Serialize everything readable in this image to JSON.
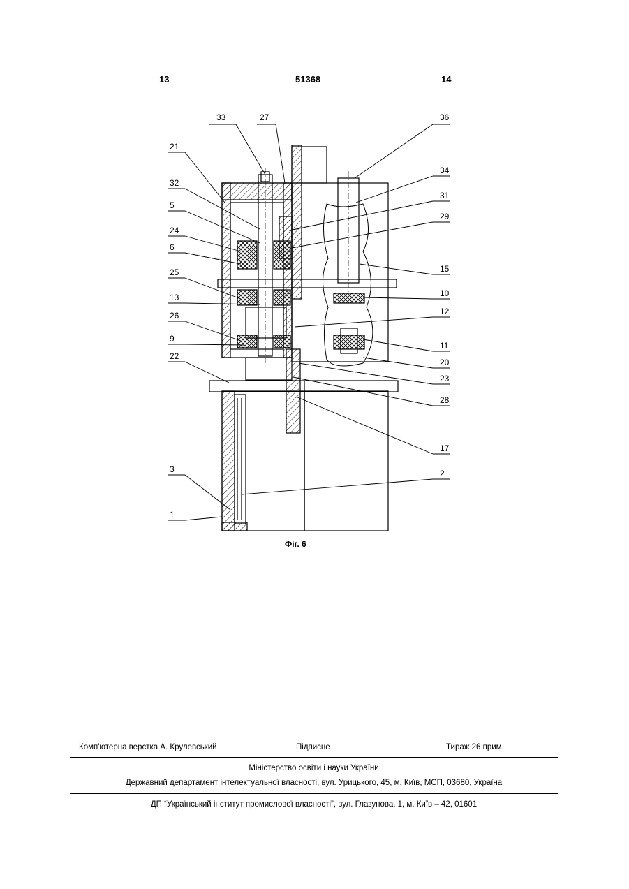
{
  "header": {
    "left_page": "13",
    "patent_number": "51368",
    "right_page": "14"
  },
  "figure": {
    "caption": "Фіг. 6",
    "labels_left": [
      "33",
      "27",
      "21",
      "32",
      "5",
      "24",
      "6",
      "25",
      "13",
      "26",
      "9",
      "22",
      "3",
      "1"
    ],
    "labels_right": [
      "36",
      "34",
      "31",
      "29",
      "15",
      "10",
      "12",
      "11",
      "20",
      "23",
      "28",
      "17",
      "2"
    ]
  },
  "footer": {
    "typesetting": "Комп'ютерна верстка А. Крулевський",
    "subscription": "Підписне",
    "circulation": "Тираж 26 прим.",
    "ministry": "Міністерство освіти і науки України",
    "department": "Державний департамент інтелектуальної власності, вул. Урицького, 45, м. Київ, МСП, 03680, Україна",
    "institute": "ДП “Український інститут промислової власності”, вул. Глазунова, 1, м. Київ – 42, 01601"
  }
}
